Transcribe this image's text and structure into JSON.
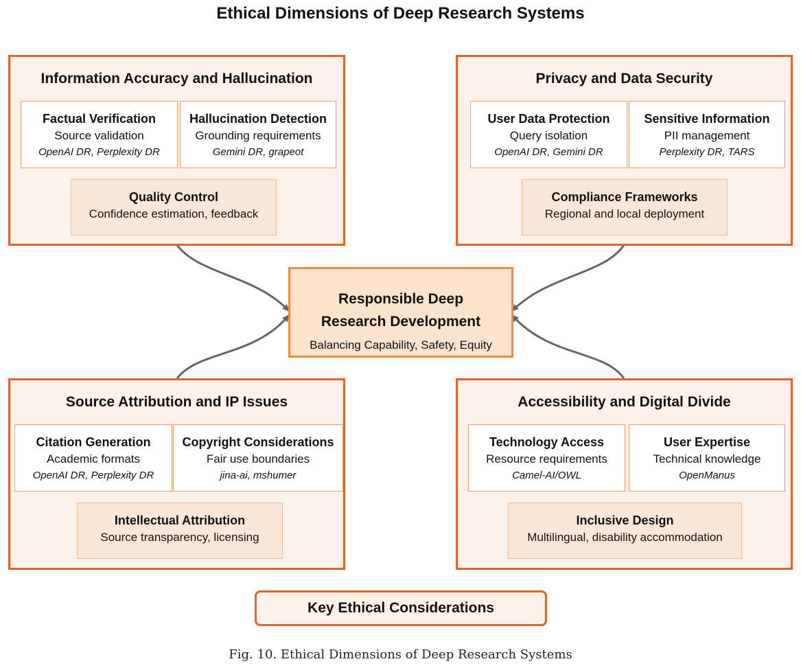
{
  "title": "Ethical Dimensions of Deep Research Systems",
  "center": {
    "title": "Responsible Deep Research Development",
    "subtitle": "Balancing Capability, Safety, Equity"
  },
  "panels": [
    {
      "title": "Information Accuracy and Hallucination",
      "boxes": [
        {
          "heading": "Factual Verification",
          "desc": "Source validation",
          "examples": "OpenAI DR, Perplexity DR"
        },
        {
          "heading": "Hallucination Detection",
          "desc": "Grounding requirements",
          "examples": "Gemini DR, grapeot"
        }
      ],
      "bottom": {
        "heading": "Quality Control",
        "desc": "Confidence estimation, feedback"
      }
    },
    {
      "title": "Privacy and Data Security",
      "boxes": [
        {
          "heading": "User Data Protection",
          "desc": "Query isolation",
          "examples": "OpenAI DR, Gemini DR"
        },
        {
          "heading": "Sensitive Information",
          "desc": "PII management",
          "examples": "Perplexity DR, TARS"
        }
      ],
      "bottom": {
        "heading": "Compliance Frameworks",
        "desc": "Regional and local deployment"
      }
    },
    {
      "title": "Source Attribution and IP Issues",
      "boxes": [
        {
          "heading": "Citation Generation",
          "desc": "Academic formats",
          "examples": "OpenAI DR, Perplexity DR"
        },
        {
          "heading": "Copyright Considerations",
          "desc": "Fair use boundaries",
          "examples": "jina-ai, mshumer"
        }
      ],
      "bottom": {
        "heading": "Intellectual Attribution",
        "desc": "Source transparency, licensing"
      }
    },
    {
      "title": "Accessibility and Digital Divide",
      "boxes": [
        {
          "heading": "Technology Access",
          "desc": "Resource requirements",
          "examples": "Camel-AI/OWL"
        },
        {
          "heading": "User Expertise",
          "desc": "Technical knowledge",
          "examples": "OpenManus"
        }
      ],
      "bottom": {
        "heading": "Inclusive Design",
        "desc": "Multilingual, disability accommodation"
      }
    }
  ],
  "key_label": "Key Ethical Considerations",
  "caption": "Fig. 10.  Ethical Dimensions of Deep Research Systems"
}
